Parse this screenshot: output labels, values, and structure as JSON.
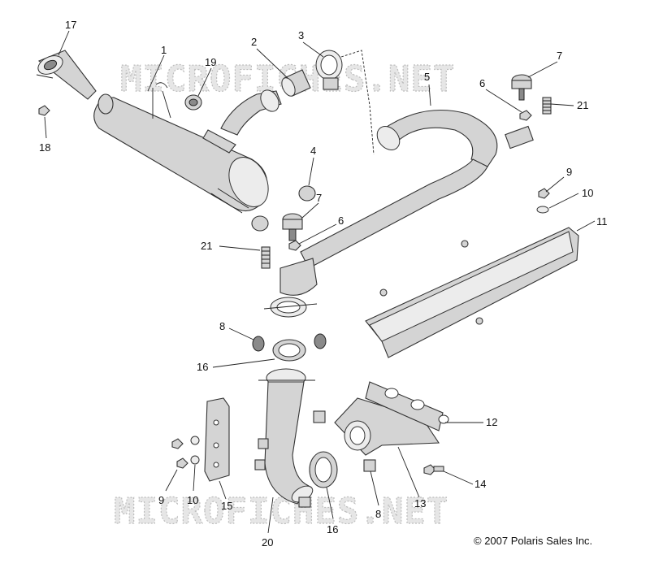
{
  "watermark": "MICROFICHES.NET",
  "copyright": "© 2007 Polaris Sales Inc.",
  "callouts": [
    {
      "id": "c17",
      "label": "17"
    },
    {
      "id": "c1",
      "label": "1"
    },
    {
      "id": "c19",
      "label": "19"
    },
    {
      "id": "c2",
      "label": "2"
    },
    {
      "id": "c3",
      "label": "3"
    },
    {
      "id": "c7a",
      "label": "7"
    },
    {
      "id": "c5",
      "label": "5"
    },
    {
      "id": "c6a",
      "label": "6"
    },
    {
      "id": "c21a",
      "label": "21"
    },
    {
      "id": "c18",
      "label": "18"
    },
    {
      "id": "c4",
      "label": "4"
    },
    {
      "id": "c9a",
      "label": "9"
    },
    {
      "id": "c10a",
      "label": "10"
    },
    {
      "id": "c7b",
      "label": "7"
    },
    {
      "id": "c11",
      "label": "11"
    },
    {
      "id": "c6b",
      "label": "6"
    },
    {
      "id": "c21b",
      "label": "21"
    },
    {
      "id": "c8a",
      "label": "8"
    },
    {
      "id": "c16a",
      "label": "16"
    },
    {
      "id": "c12",
      "label": "12"
    },
    {
      "id": "c14",
      "label": "14"
    },
    {
      "id": "c9b",
      "label": "9"
    },
    {
      "id": "c10b",
      "label": "10"
    },
    {
      "id": "c15",
      "label": "15"
    },
    {
      "id": "c8b",
      "label": "8"
    },
    {
      "id": "c13",
      "label": "13"
    },
    {
      "id": "c16b",
      "label": "16"
    },
    {
      "id": "c20",
      "label": "20"
    }
  ]
}
